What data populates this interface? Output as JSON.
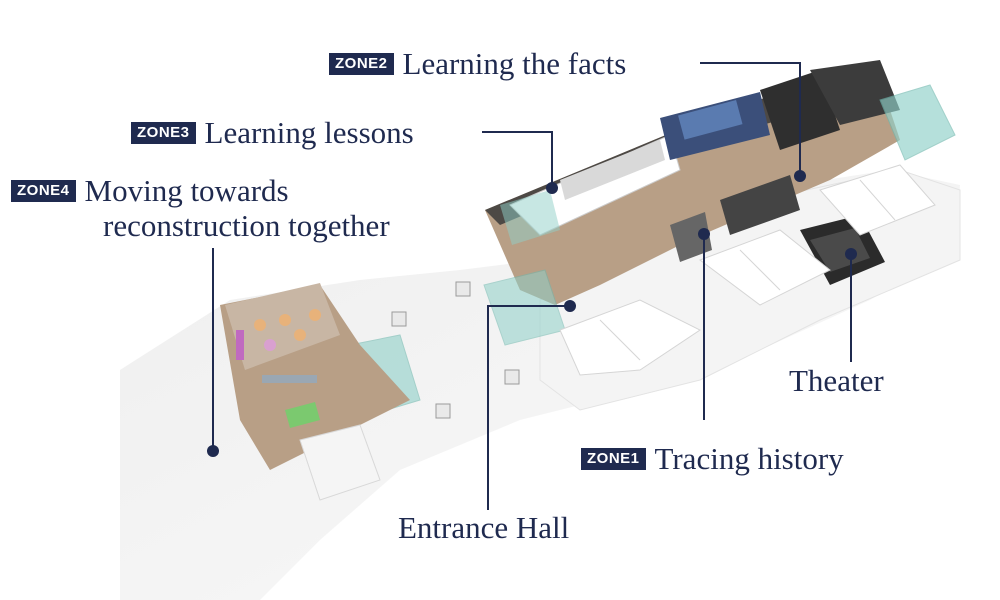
{
  "colors": {
    "label_navy": "#1f2a4f",
    "badge_bg": "#1f2a4f",
    "floor_wood": "#b89f86",
    "glass_teal": "#8fd0c8",
    "wall_white": "#f2f2f2"
  },
  "zones": {
    "zone1": {
      "badge": "ZONE1",
      "title": "Tracing history"
    },
    "zone2": {
      "badge": "ZONE2",
      "title": "Learning the facts"
    },
    "zone3": {
      "badge": "ZONE3",
      "title": "Learning lessons"
    },
    "zone4": {
      "badge": "ZONE4",
      "title_line1": "Moving towards",
      "title_line2": "reconstruction together"
    }
  },
  "areas": {
    "entrance_hall": "Entrance Hall",
    "theater": "Theater"
  }
}
